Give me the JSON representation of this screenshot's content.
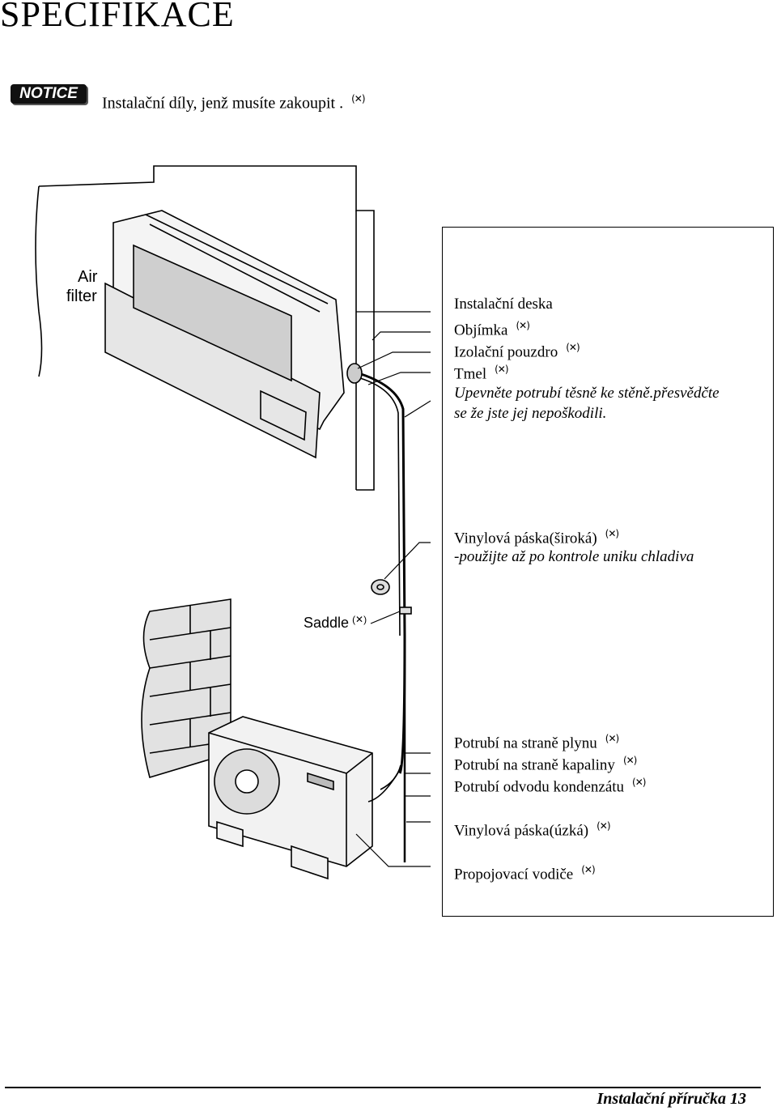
{
  "page_title": "SPECIFIKACE",
  "notice": {
    "badge": "NOTICE",
    "text": "Instalační díly, jenž musíte zakoupit .",
    "mark": "(✕)"
  },
  "diagram_labels": {
    "air_filter_line1": "Air",
    "air_filter_line2": "filter",
    "saddle": "Saddle"
  },
  "callouts": {
    "installation_plate": "Instalační deska",
    "sleeve": "Objímka",
    "insulation_sleeve": "Izolační pouzdro",
    "putty": "Tmel",
    "fix_pipe_line1": "Upevněte potrubí těsně ke stěně.přesvědčte",
    "fix_pipe_line2": "se že jste jej nepoškodili.",
    "vinyl_tape_wide": "Vinylová páska(široká)",
    "vinyl_tape_note": "-použijte až po kontrole uniku chladiva",
    "gas_pipe": "Potrubí na straně plynu",
    "liquid_pipe": "Potrubí na straně kapaliny",
    "drain_pipe": "Potrubí odvodu kondenzátu",
    "vinyl_tape_narrow": "Vinylová páska(úzká)",
    "connecting_cable": "Propojovací vodiče"
  },
  "footer": "Instalační příručka 13"
}
